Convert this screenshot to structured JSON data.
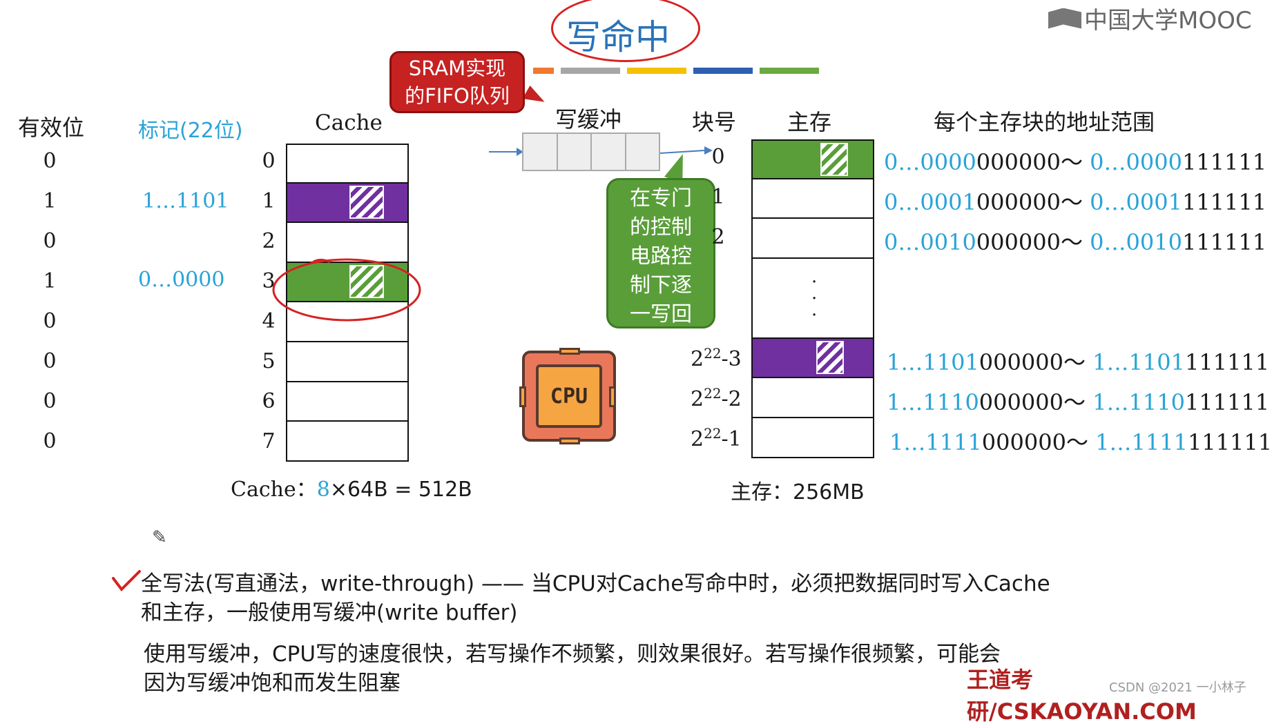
{
  "title": "写命中",
  "logo": "中国大学MOOC",
  "sram_callout": {
    "line1": "SRAM实现",
    "line2": "的FIFO队列"
  },
  "headers": {
    "valid": "有效位",
    "tag": "标记(22位)",
    "cache": "Cache",
    "write_buffer": "写缓冲",
    "block_no": "块号",
    "main_memory": "主存",
    "addr_range": "每个主存块的地址范围"
  },
  "cache_rows": [
    {
      "valid": "0",
      "tag": "",
      "index": "0"
    },
    {
      "valid": "1",
      "tag": "1…1101",
      "index": "1"
    },
    {
      "valid": "0",
      "tag": "",
      "index": "2"
    },
    {
      "valid": "1",
      "tag": "0…0000",
      "index": "3"
    },
    {
      "valid": "0",
      "tag": "",
      "index": "4"
    },
    {
      "valid": "0",
      "tag": "",
      "index": "5"
    },
    {
      "valid": "0",
      "tag": "",
      "index": "6"
    },
    {
      "valid": "0",
      "tag": "",
      "index": "7"
    }
  ],
  "cache_caption": {
    "prefix": "Cache：",
    "count": "8",
    "suffix": "×64B = 512B"
  },
  "green_callout": [
    "在专门",
    "的控制",
    "电路控",
    "制下逐",
    "一写回"
  ],
  "cpu_label": "CPU",
  "mem_blocks": {
    "b0": "0",
    "b1": "1",
    "b2": "2",
    "b_n3_base": "2",
    "b_n3_exp": "22",
    "b_n3_sub": "-3",
    "b_n2_base": "2",
    "b_n2_exp": "22",
    "b_n2_sub": "-2",
    "b_n1_base": "2",
    "b_n1_exp": "22",
    "b_n1_sub": "-1"
  },
  "addresses": [
    {
      "s_hi": "0…0000",
      "s_lo": "000000～",
      "e_hi": "0…0000",
      "e_lo": "111111"
    },
    {
      "s_hi": "0…0001",
      "s_lo": "000000～",
      "e_hi": "0…0001",
      "e_lo": "111111"
    },
    {
      "s_hi": "0…0010",
      "s_lo": "000000～",
      "e_hi": "0…0010",
      "e_lo": "111111"
    },
    {
      "s_hi": "1…1101",
      "s_lo": "000000～",
      "e_hi": "1…1101",
      "e_lo": "111111"
    },
    {
      "s_hi": "1…1110",
      "s_lo": "000000～",
      "e_hi": "1…1110",
      "e_lo": "111111"
    },
    {
      "s_hi": "1…1111",
      "s_lo": "000000～",
      "e_hi": "1…1111",
      "e_lo": "111111"
    }
  ],
  "mem_caption": "主存：256MB",
  "body": {
    "line1": "全写法(写直通法，write-through) —— 当CPU对Cache写命中时，必须把数据同时写入Cache",
    "line2": "和主存，一般使用写缓冲(write buffer)",
    "line3": "使用写缓冲，CPU写的速度很快，若写操作不频繁，则效果很好。若写操作很频繁，可能会",
    "line4": "因为写缓冲饱和而发生阻塞"
  },
  "footer": "王道考研/CSKAOYAN.COM",
  "watermark": "CSDN @2021 一小林子",
  "colors": {
    "title": "#2a73b8",
    "purple": "#7030a0",
    "green": "#5a9e3a",
    "blue_text": "#2aa3d8",
    "red": "#c62222"
  }
}
